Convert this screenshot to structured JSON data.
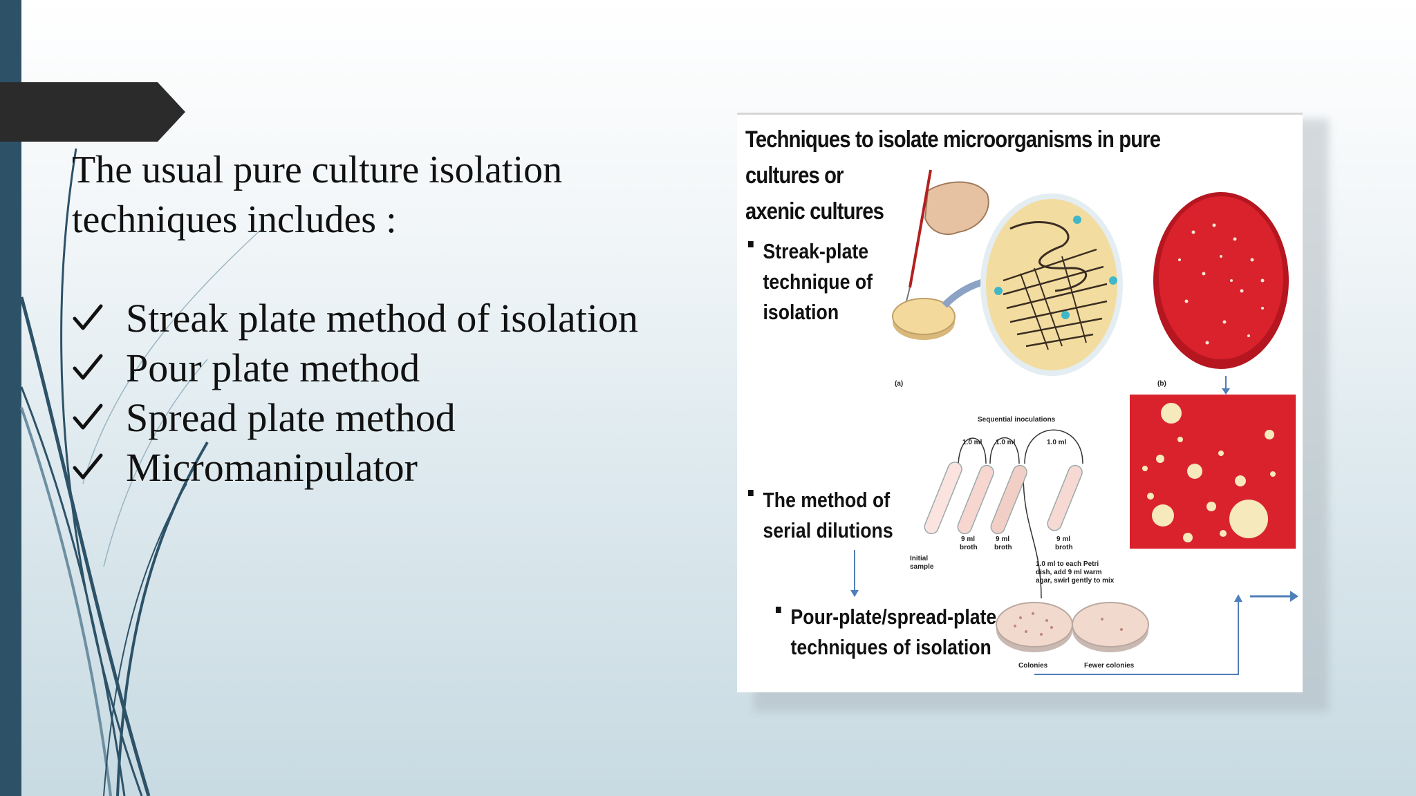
{
  "heading": {
    "line1": "The usual pure culture isolation",
    "line2": "techniques includes :"
  },
  "bullets": [
    {
      "label": "Streak plate method of isolation"
    },
    {
      "label": "Pour plate method"
    },
    {
      "label": "Spread plate method"
    },
    {
      "label": "Micromanipulator"
    }
  ],
  "figure": {
    "title_line1": "Techniques to isolate microorganisms in pure cultures or",
    "title_line2": "axenic cultures",
    "items": [
      {
        "lines": [
          "Streak-plate",
          "technique of",
          "isolation"
        ]
      },
      {
        "lines": [
          "The method of",
          "serial dilutions"
        ]
      },
      {
        "lines": [
          "Pour-plate/spread-plate",
          "techniques of isolation"
        ]
      }
    ],
    "labels": {
      "a": "(a)",
      "b": "(b)",
      "sequential": "Sequential inoculations",
      "ml1": "1.0 ml",
      "ml2": "1.0 ml",
      "ml3": "1.0 ml",
      "broth1a": "9 ml",
      "broth1b": "broth",
      "broth2a": "9 ml",
      "broth2b": "broth",
      "broth3a": "9 ml",
      "broth3b": "broth",
      "initial1": "Initial",
      "initial2": "sample",
      "petri1": "1.0 ml to each Petri",
      "petri2": "dish, add 9 ml warm",
      "petri3": "agar, swirl gently to mix",
      "colonies": "Colonies",
      "fewer": "Fewer colonies"
    }
  },
  "colors": {
    "sidebar": "#2d5268",
    "tab": "#2b2b2b",
    "blood_agar": "#d9222c",
    "arrow_blue": "#4f7fb8"
  }
}
